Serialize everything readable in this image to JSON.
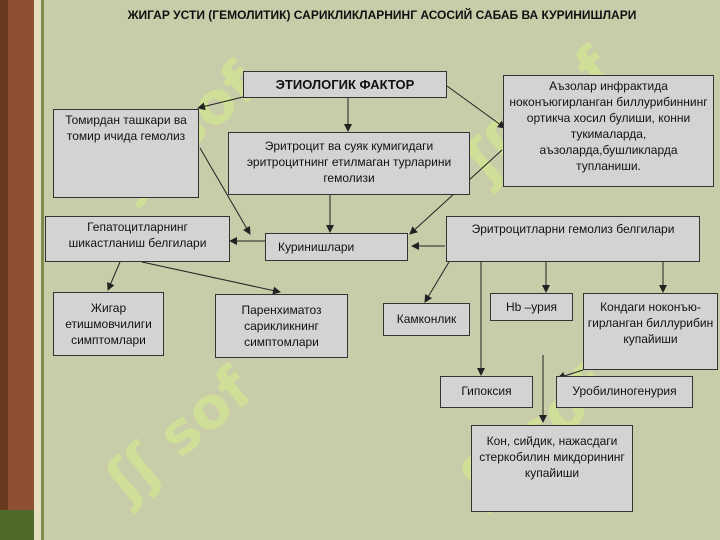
{
  "title": "ЖИГАР УСТИ (ГЕМОЛИТИК) САРИКЛИКЛАРНИНГ АСОСИЙ САБАБ ВА КУРИНИШЛАРИ",
  "watermark": "ʃʃ sof",
  "nodes": {
    "etiology": "ЭТИОЛОГИК ФАКТОР",
    "hemolysis_vessel": "Томирдан ташкари ва томир ичида гемолиз",
    "marrow_hemolysis": "Эритроцит ва суяк кумигидаги эритроцитнинг етилмаган турларини гемолизи",
    "infarction": "Аъзолар инфрактида ноконъюгирланган биллурибиннинг ортикча хосил булиши, конни тукималарда, аъзоларда,бушликларда тупланиши.",
    "hepatocyte_damage": "Гепатоцитларнинг шикастланиш белгилари",
    "manifestations": "Куринишлари",
    "erythrocyte_hemolysis": "Эритроцитларни гемолиз белгилари",
    "liver_failure": "Жигар етишмовчилиги симптомлари",
    "parenchymal_jaundice": "Паренхиматоз сарикликнинг симптомлари",
    "anemia": "Камконлик",
    "hb_uria": "Hb –урия",
    "unconj_bilirubin": "Кондаги ноконъю-гирланган биллурибин купайиши",
    "hypoxia": "Гипоксия",
    "urobilinogenuria": "Уробилиногенурия",
    "stercobilin": "Кон, сийдик, нажасдаги стеркобилин микдорининг купайиши"
  }
}
